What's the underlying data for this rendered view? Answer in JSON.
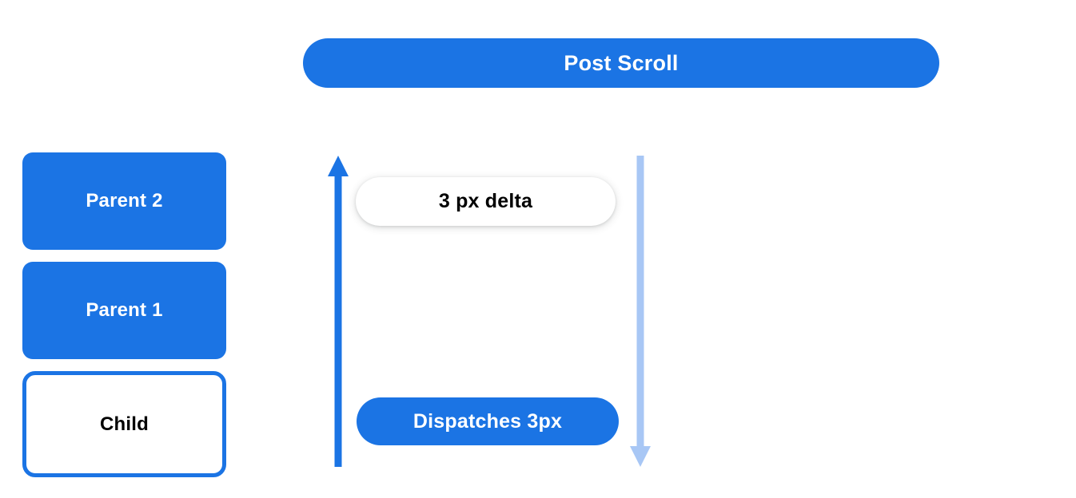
{
  "diagram": {
    "title": "Post Scroll",
    "background_color": "#ffffff",
    "accent_color": "#1b74e4",
    "muted_accent_color": "#a8c7f5",
    "header": {
      "label": "Post Scroll",
      "style": "filled-pill"
    },
    "node_stack": [
      {
        "label": "Parent 2",
        "style": "filled"
      },
      {
        "label": "Parent 1",
        "style": "filled"
      },
      {
        "label": "Child",
        "style": "outlined"
      }
    ],
    "annotations": [
      {
        "label": "3 px delta",
        "style": "white-pill-shadow"
      },
      {
        "label": "Dispatches 3px",
        "style": "filled-pill"
      }
    ],
    "arrows": [
      {
        "name": "scroll-up-arrow",
        "direction": "up",
        "color": "#1b74e4"
      },
      {
        "name": "scroll-down-arrow",
        "direction": "down",
        "color": "#a8c7f5"
      }
    ]
  }
}
